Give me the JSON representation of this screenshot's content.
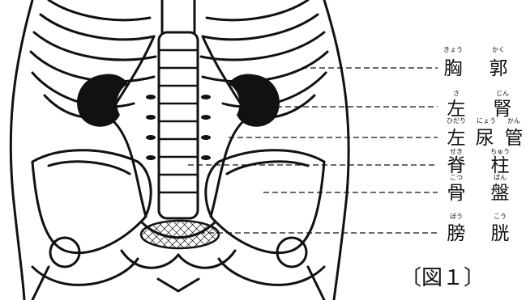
{
  "labels": [
    {
      "kanji": [
        "胸",
        "郭"
      ],
      "ruby": [
        "きょう",
        "かく"
      ]
    },
    {
      "kanji": [
        "左",
        "腎"
      ],
      "ruby": [
        "さ",
        "じん"
      ]
    },
    {
      "kanji": [
        "左",
        "尿",
        "管"
      ],
      "ruby": [
        "ひだり",
        "にょう",
        "かん"
      ]
    },
    {
      "kanji": [
        "脊",
        "柱"
      ],
      "ruby": [
        "せき",
        "ちゅう"
      ]
    },
    {
      "kanji": [
        "骨",
        "盤"
      ],
      "ruby": [
        "こつ",
        "ばん"
      ]
    },
    {
      "kanji": [
        "膀",
        "胱"
      ],
      "ruby": [
        "ぼう",
        "こう"
      ]
    }
  ],
  "caption": "〔図１〕",
  "colors": {
    "ink": "#111111",
    "background": "#ffffff"
  }
}
